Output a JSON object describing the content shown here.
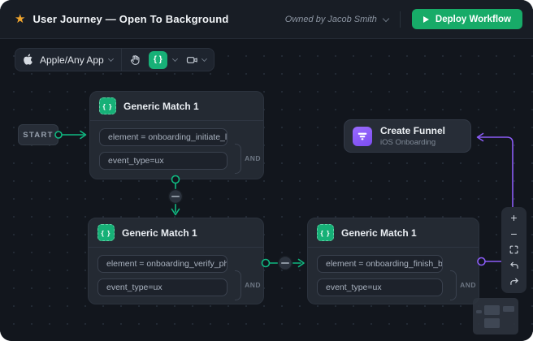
{
  "topbar": {
    "title": "User Journey — Open To Background",
    "owned_by": "Owned by Jacob Smith",
    "deploy_button": "Deploy Workflow"
  },
  "toolbar": {
    "app_selector_label": "Apple/Any App"
  },
  "icons": {
    "star": "★",
    "code_glyph": "{ }"
  },
  "canvas": {
    "start_node_label": "START",
    "match_nodes": [
      {
        "title": "Generic Match 1",
        "operator": "AND",
        "conditions": [
          "element = onboarding_initiate_login",
          "event_type=ux"
        ]
      },
      {
        "title": "Generic Match 1",
        "operator": "AND",
        "conditions": [
          "element = onboarding_verify_phone",
          "event_type=ux"
        ]
      },
      {
        "title": "Generic Match 1",
        "operator": "AND",
        "conditions": [
          "element = onboarding_finish_button",
          "event_type=ux"
        ]
      }
    ],
    "funnel_node": {
      "title": "Create Funnel",
      "subtitle": "iOS Onboarding"
    }
  },
  "zoom_toolbar": {
    "zoom_in": "+",
    "zoom_out": "−"
  },
  "colors": {
    "canvas_bg": "#12161d",
    "node_bg": "#242a33",
    "accent_green": "#10b981",
    "button_green": "#17ab68",
    "accent_purple": "#8b5cf6",
    "star_yellow": "#f0a52e"
  }
}
